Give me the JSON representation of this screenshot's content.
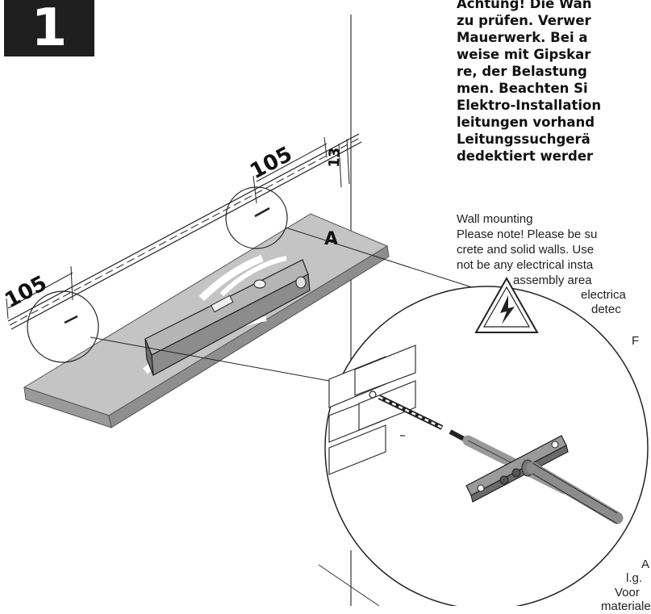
{
  "step_number": "1",
  "german_lines": [
    "Achtung! Die Wan",
    "zu prüfen. Verwer",
    "Mauerwerk. Bei a",
    "weise mit Gipskar",
    "re, der Belastung",
    "men. Beachten Si",
    "Elektro-Installation",
    "leitungen vorhand",
    "Leitungssuchgerä",
    "dedektiert werder"
  ],
  "english_title": "Wall mounting",
  "english_lines": [
    "Please note! Please be su",
    "crete and solid walls. Use",
    "not be any electrical insta",
    "assembly area",
    "electrica",
    "detec"
  ],
  "fragments": [
    "F",
    "A",
    "l.g.",
    "Voor",
    "materiale"
  ],
  "dimensions": {
    "left": "105",
    "right": "105",
    "height": "13"
  },
  "shelf_label": "A",
  "icons": [
    "electrical-warning-icon"
  ],
  "colors": {
    "shelf": "#bdbdbd",
    "shelf_top": "#c9c9c9",
    "ink": "#111111",
    "badge": "#1e1e1e"
  }
}
